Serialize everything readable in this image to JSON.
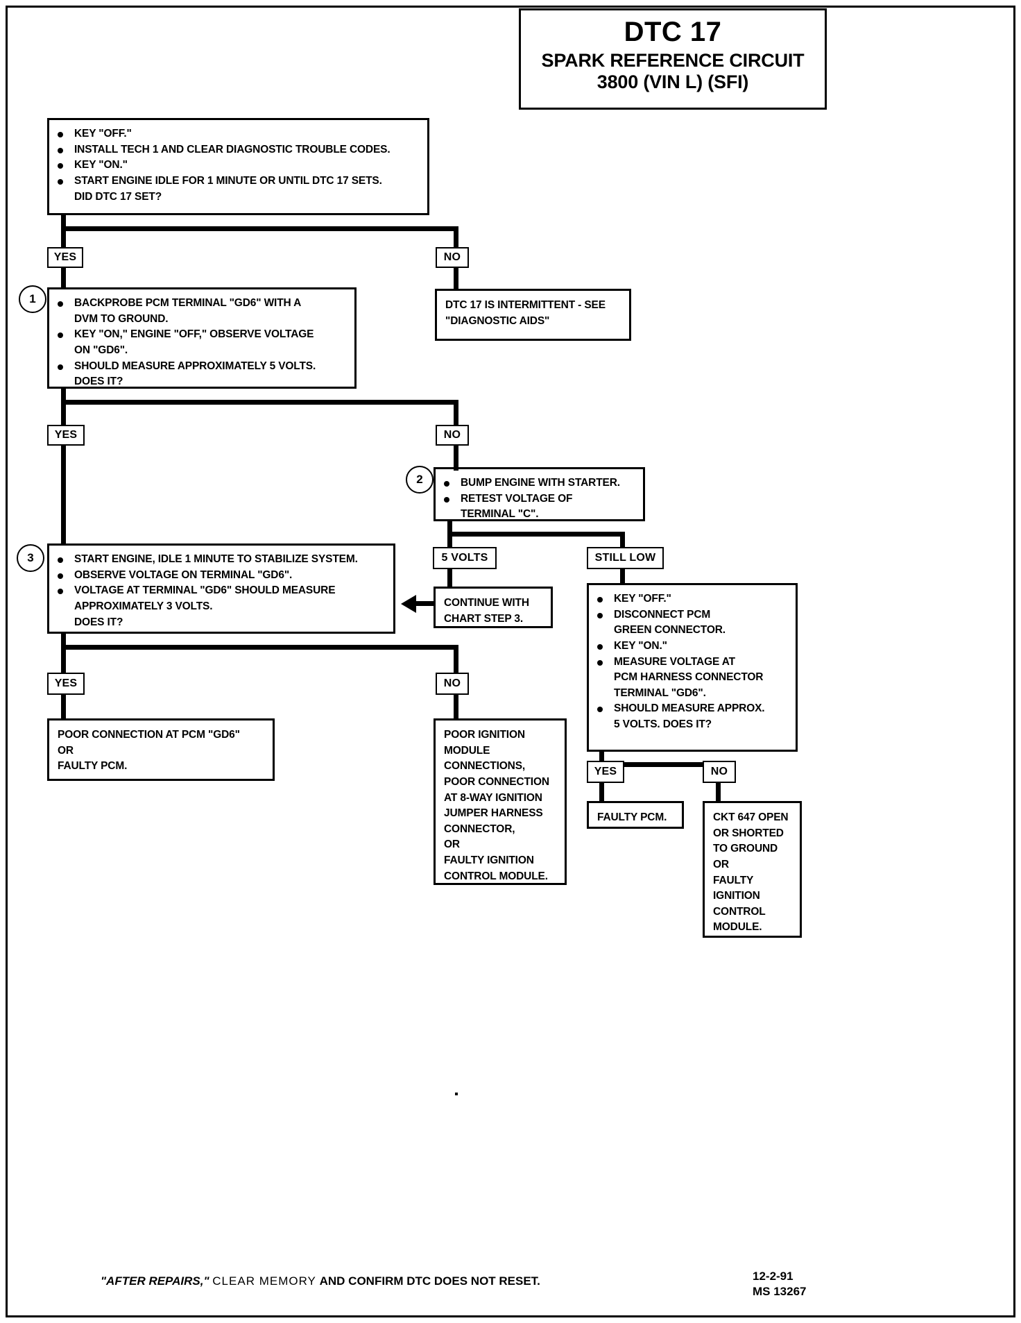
{
  "header": {
    "code": "DTC 17",
    "line1": "SPARK REFERENCE CIRCUIT",
    "line2": "3800  (VIN L)  (SFI)"
  },
  "boxes": {
    "start": {
      "name": "initial-check",
      "items": [
        "KEY \"OFF.\"",
        "INSTALL TECH 1 AND CLEAR DIAGNOSTIC TROUBLE CODES.",
        "KEY \"ON.\"",
        "START ENGINE IDLE FOR 1 MINUTE OR UNTIL DTC 17 SETS.",
        "DID DTC 17 SET?"
      ]
    },
    "intermittent": {
      "name": "intermittent-result",
      "items": [
        "DTC 17 IS INTERMITTENT - SEE",
        "\"DIAGNOSTIC AIDS\""
      ]
    },
    "step1": {
      "number": "1",
      "items": [
        "BACKPROBE PCM TERMINAL \"GD6\" WITH A",
        "DVM TO GROUND.",
        "KEY \"ON,\" ENGINE \"OFF,\" OBSERVE VOLTAGE",
        "ON \"GD6\".",
        "SHOULD MEASURE APPROXIMATELY 5  VOLTS.",
        "DOES IT?"
      ]
    },
    "step2": {
      "number": "2",
      "items": [
        "BUMP ENGINE WITH STARTER.",
        "RETEST VOLTAGE OF",
        "TERMINAL \"C\"."
      ]
    },
    "step3": {
      "number": "3",
      "items": [
        "START ENGINE, IDLE 1 MINUTE TO STABILIZE SYSTEM.",
        "OBSERVE VOLTAGE ON TERMINAL \"GD6\".",
        "VOLTAGE AT TERMINAL \"GD6\" SHOULD MEASURE",
        "APPROXIMATELY 3 VOLTS.",
        "DOES IT?"
      ]
    },
    "continue": {
      "name": "continue-chart-step3",
      "items": [
        "CONTINUE WITH",
        "CHART STEP 3."
      ]
    },
    "disconnect": {
      "name": "disconnect-pcm-check",
      "items": [
        "KEY \"OFF.\"",
        "DISCONNECT PCM",
        "GREEN CONNECTOR.",
        "KEY \"ON.\"",
        "MEASURE VOLTAGE AT",
        "PCM HARNESS CONNECTOR",
        "TERMINAL \"GD6\".",
        "SHOULD MEASURE APPROX.",
        "5 VOLTS.  DOES IT?"
      ]
    },
    "poor_conn_pcm": {
      "name": "poor-connection-pcm-result",
      "items": [
        "POOR CONNECTION AT PCM \"GD6\"",
        "OR",
        "FAULTY PCM."
      ]
    },
    "poor_ignition": {
      "name": "poor-ignition-module-result",
      "items": [
        "POOR IGNITION",
        "MODULE",
        "CONNECTIONS,",
        "POOR CONNECTION",
        "AT 8-WAY IGNITION",
        "JUMPER HARNESS",
        "CONNECTOR,",
        "OR",
        "FAULTY IGNITION",
        "CONTROL MODULE."
      ]
    },
    "faulty_pcm": {
      "name": "faulty-pcm-result",
      "items": [
        "FAULTY PCM."
      ]
    },
    "ckt647": {
      "name": "ckt-647-result",
      "items": [
        "CKT 647 OPEN",
        "OR SHORTED",
        "TO GROUND",
        "OR",
        "FAULTY",
        "IGNITION",
        "CONTROL",
        "MODULE."
      ]
    }
  },
  "labels": {
    "yes1": "YES",
    "no1": "NO",
    "yes2": "YES",
    "no2": "NO",
    "volts5": "5 VOLTS",
    "still_low": "STILL LOW",
    "yes3": "YES",
    "no3": "NO",
    "yes4": "YES",
    "no4": "NO"
  },
  "footer": {
    "quote": "\"AFTER REPAIRS,\"",
    "spaced": "CLEAR  MEMORY",
    "rest": "AND CONFIRM DTC DOES NOT RESET.",
    "date": "12-2-91",
    "ms": "MS 13267"
  },
  "colors": {
    "ink": "#000000",
    "paper": "#ffffff"
  }
}
